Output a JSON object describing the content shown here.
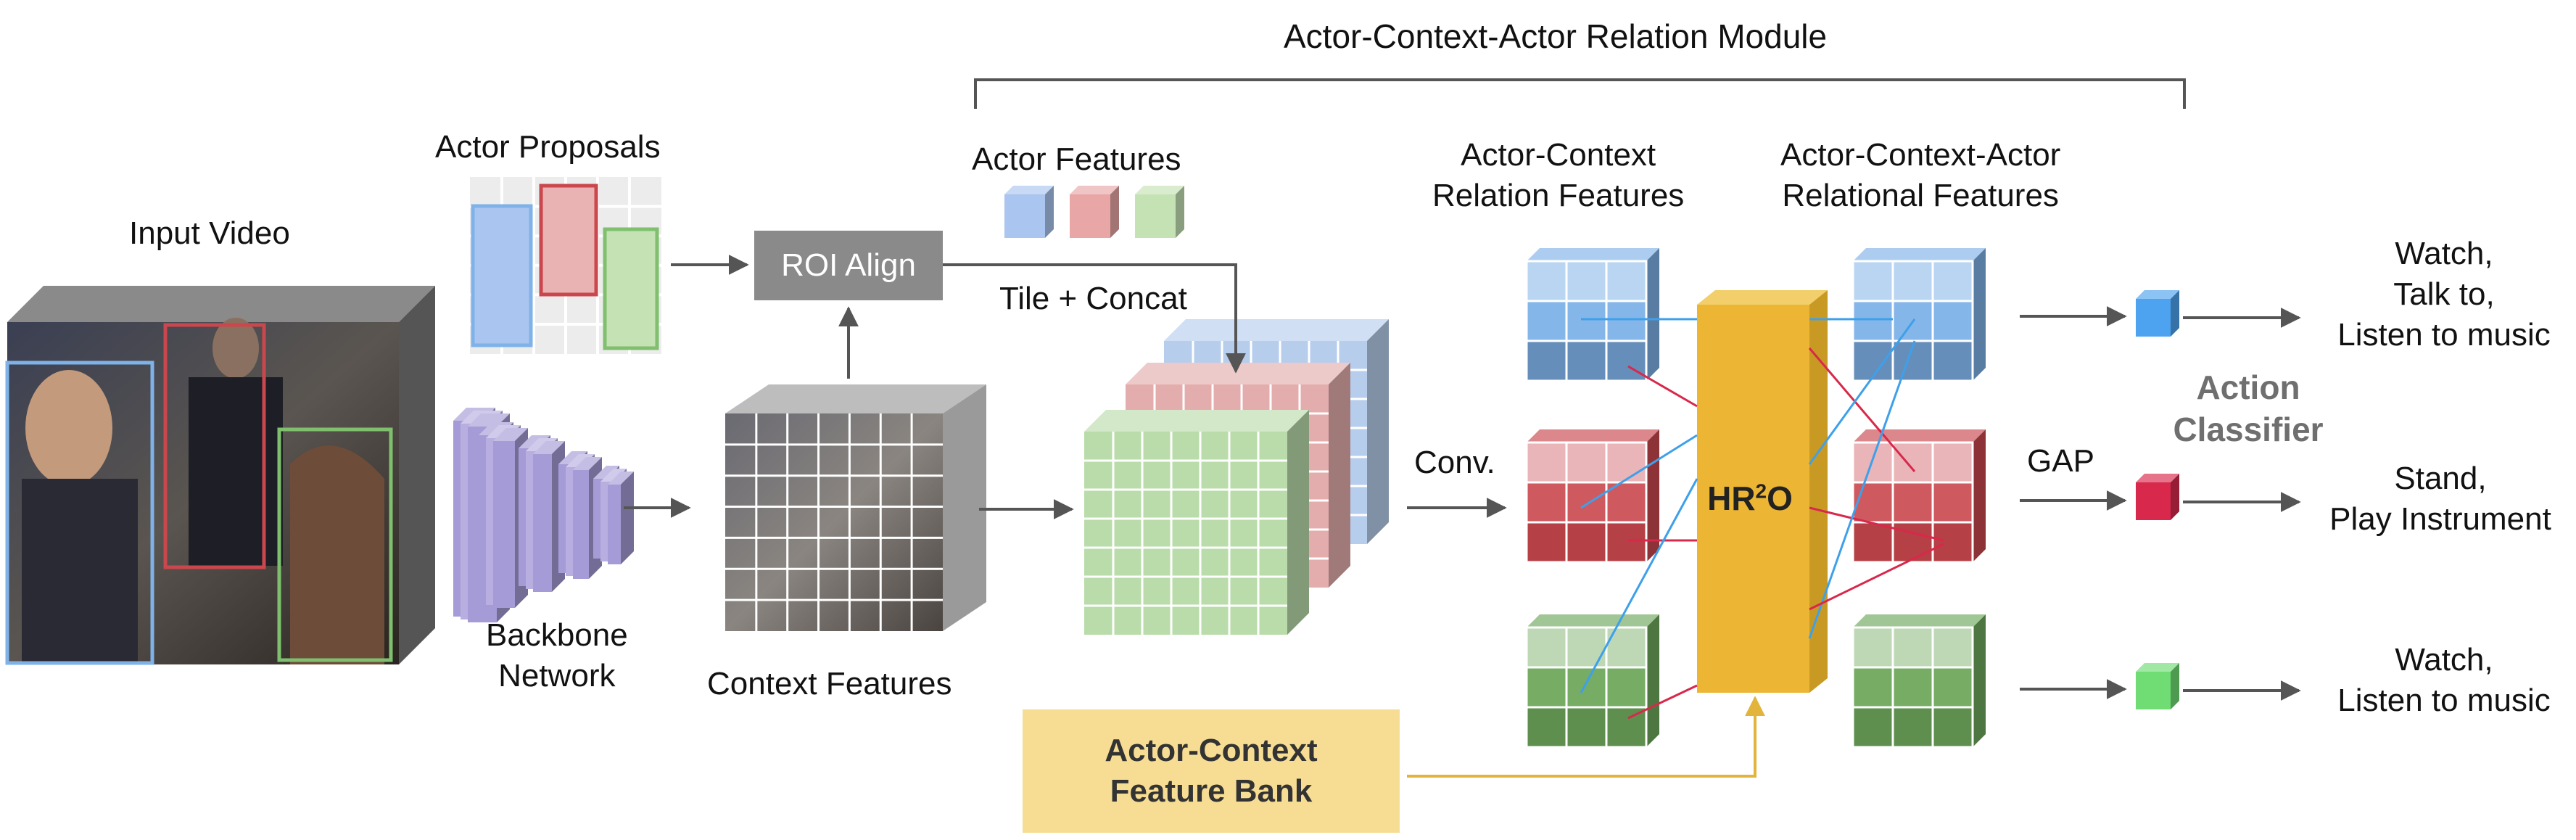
{
  "module_title": "Actor-Context-Actor Relation Module",
  "labels": {
    "input_video": "Input Video",
    "actor_proposals": "Actor Proposals",
    "actor_features": "Actor Features",
    "backbone_line1": "Backbone",
    "backbone_line2": "Network",
    "context_features": "Context Features",
    "roi_align": "ROI Align",
    "tile_concat": "Tile + Concat",
    "conv": "Conv.",
    "acr_features_line1": "Actor-Context",
    "acr_features_line2": "Relation Features",
    "acar_features_line1": "Actor-Context-Actor",
    "acar_features_line2": "Relational  Features",
    "hr2o_base": "HR",
    "hr2o_sup": "2",
    "hr2o_end": "O",
    "gap": "GAP",
    "action_classifier_line1": "Action",
    "action_classifier_line2": "Classifier",
    "bank_line1": "Actor-Context",
    "bank_line2": "Feature Bank"
  },
  "outputs": [
    {
      "lines": [
        "Watch,",
        "Talk to,",
        "Listen to music"
      ]
    },
    {
      "lines": [
        "Stand,",
        "Play Instrument"
      ]
    },
    {
      "lines": [
        "Watch,",
        "Listen to music"
      ]
    }
  ],
  "colors": {
    "blue": "#7fb2e8",
    "red": "#c9474d",
    "green": "#6fa85c",
    "gold": "#ecb634",
    "bank": "#f6dd93",
    "gray": "#8a8a8a",
    "classifier_blue": "#4da3ef",
    "classifier_red": "#d8284b",
    "classifier_green": "#6fdc74",
    "purple": "#a59bd6"
  }
}
